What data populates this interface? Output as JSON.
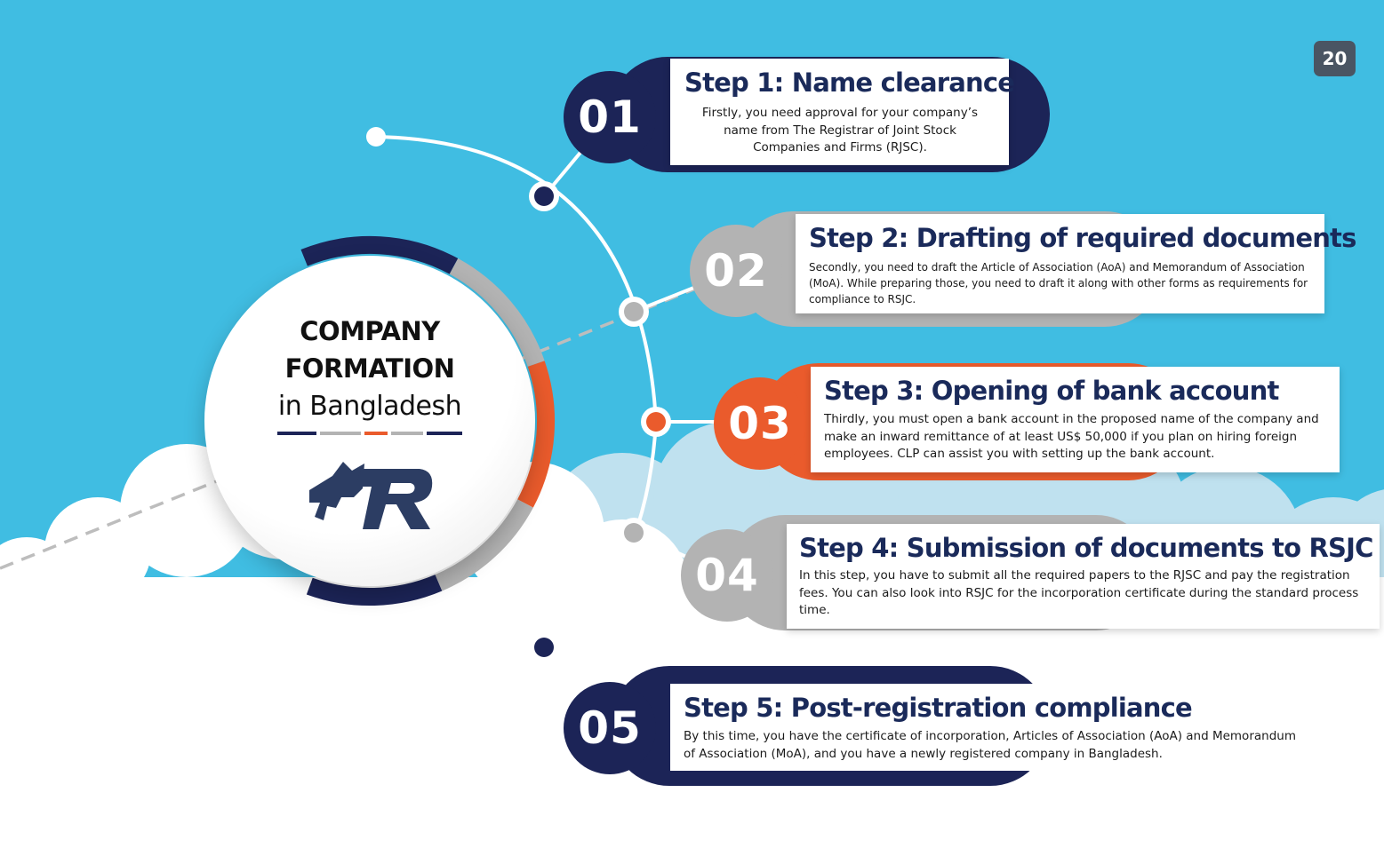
{
  "page_number": "20",
  "hub": {
    "title_line1": "COMPANY",
    "title_line2": "FORMATION",
    "subtitle": "in Bangladesh",
    "logo_letters": "TR"
  },
  "steps": [
    {
      "number": "01",
      "title": "Step 1: Name clearance",
      "description": "Firstly, you need approval for your company’s name from The Registrar of Joint Stock Companies and Firms (RJSC)."
    },
    {
      "number": "02",
      "title": "Step 2: Drafting of required documents",
      "description": "Secondly, you need to draft the Article of Association (AoA) and Memorandum of Association (MoA). While preparing those, you need to draft it along with other forms as requirements for compliance to RSJC."
    },
    {
      "number": "03",
      "title": "Step 3: Opening of bank account",
      "description": "Thirdly, you must open a bank account in the proposed name of the company and make an inward remittance of at least US$ 50,000 if you plan on hiring foreign employees. CLP can assist you with setting up the bank account."
    },
    {
      "number": "04",
      "title": "Step 4:  Submission of documents to RSJC",
      "description": "In this step, you have to submit all the required papers to the RJSC and pay the registration fees. You can also look into RSJC for the incorporation certificate during the standard process time."
    },
    {
      "number": "05",
      "title": "Step 5: Post-registration compliance",
      "description": "By this time, you have the certificate of incorporation, Articles of Association (AoA) and Memorandum of Association (MoA), and you have a newly registered company in Bangladesh."
    }
  ],
  "colors": {
    "sky": "#40bde2",
    "navy": "#1c2457",
    "gray": "#b3b3b3",
    "orange": "#ea5b2c",
    "title_text": "#1a2a5a",
    "logo": "#2c3d63"
  }
}
